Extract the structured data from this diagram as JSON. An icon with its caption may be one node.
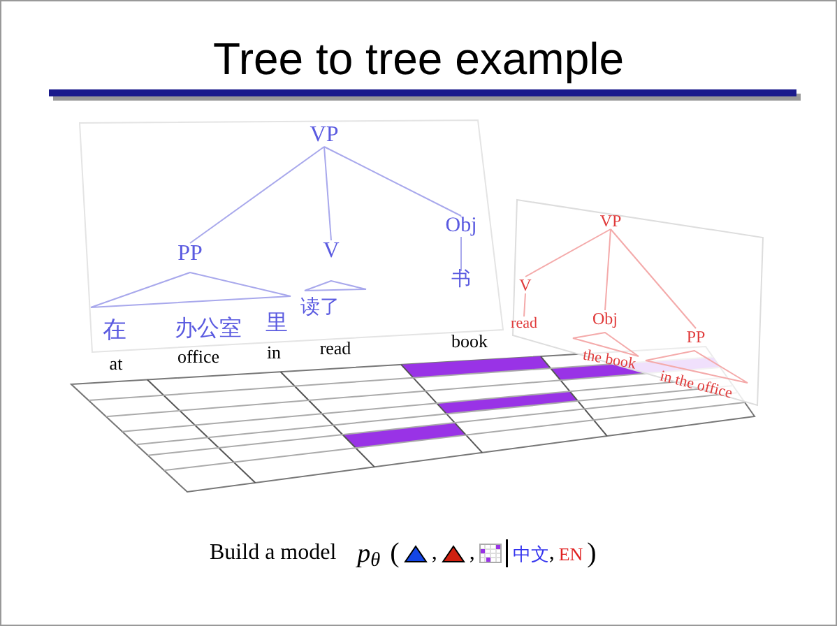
{
  "diagram": {
    "title": "Tree to tree example",
    "nodes": [
      {
        "text": [
          "VP"
        ]
      },
      {
        "text": [
          "PP"
        ]
      },
      {
        "text": [
          "V"
        ]
      },
      {
        "text": [
          "Obj"
        ]
      },
      {
        "text": [
          "在"
        ]
      },
      {
        "text": [
          "办公室"
        ]
      },
      {
        "text": [
          "里"
        ]
      },
      {
        "text": [
          "读了"
        ]
      },
      {
        "text": [
          "书"
        ]
      },
      {
        "text": [
          "VP"
        ]
      },
      {
        "text": [
          "V"
        ]
      },
      {
        "text": [
          "read"
        ]
      },
      {
        "text": [
          "Obj"
        ]
      },
      {
        "text": [
          "PP"
        ]
      },
      {
        "text": [
          "the book"
        ]
      },
      {
        "text": [
          "in the office"
        ]
      }
    ],
    "edges": [
      {
        "from": 0,
        "to": 1,
        "arrow": "none",
        "color": "#a8a8ec"
      },
      {
        "from": 0,
        "to": 2,
        "arrow": "none",
        "color": "#a8a8ec"
      },
      {
        "from": 0,
        "to": 3,
        "arrow": "none",
        "color": "#a8a8ec"
      },
      {
        "from": 3,
        "to": 8,
        "arrow": "none",
        "color": "#a8a8ec"
      },
      {
        "from": 9,
        "to": 10,
        "arrow": "none",
        "color": "#f4aaaa"
      },
      {
        "from": 9,
        "to": 12,
        "arrow": "none",
        "color": "#f4aaaa"
      },
      {
        "from": 9,
        "to": 13,
        "arrow": "none",
        "color": "#f4aaaa"
      },
      {
        "from": 10,
        "to": 11,
        "arrow": "none",
        "color": "#f4aaaa"
      }
    ],
    "labels": [
      "at",
      "office",
      "in",
      "read",
      "book",
      "Build a model",
      "p$_{θ}$",
      "(",
      ",",
      ",",
      "中文",
      ",",
      "EN",
      ")"
    ]
  }
}
